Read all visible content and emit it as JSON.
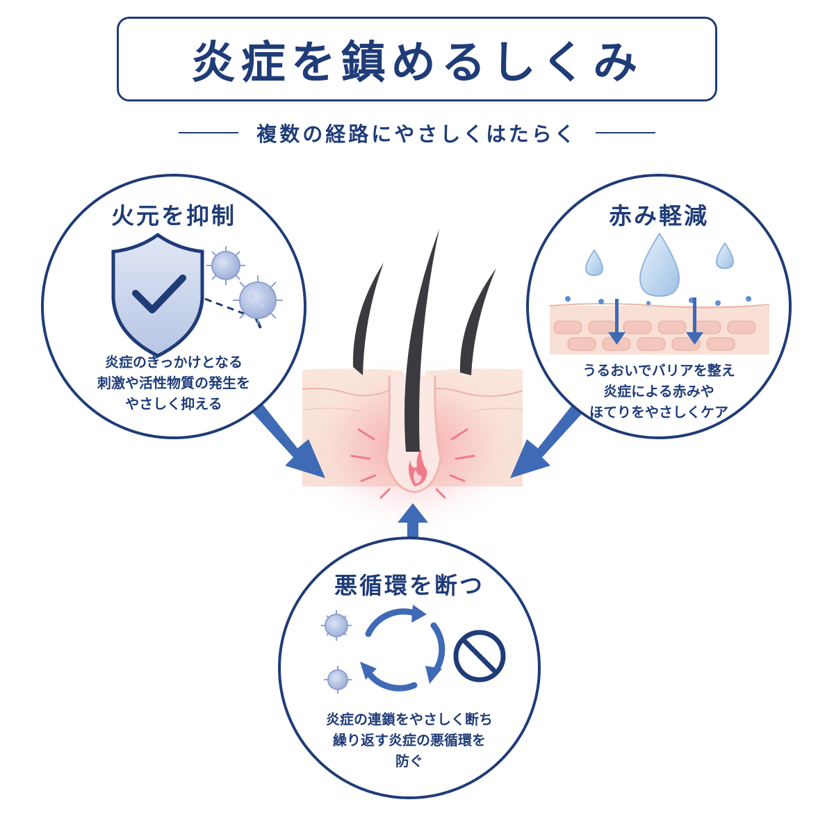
{
  "header": {
    "title": "炎症を鎮めるしくみ",
    "subtitle": "複数の経路にやさしくはたらく"
  },
  "panels": {
    "left": {
      "title": "火元を抑制",
      "lines": [
        "炎症のきっかけとなる",
        "刺激や活性物質の発生を",
        "やさしく抑える"
      ],
      "icons": [
        "shield-check-icon",
        "virus-icon"
      ]
    },
    "right": {
      "title": "赤み軽減",
      "lines": [
        "うるおいでバリアを整え",
        "炎症による赤みや",
        "ほてりをやさしくケア"
      ],
      "icons": [
        "water-drop-icon",
        "skin-layer-icon"
      ]
    },
    "bottom": {
      "title": "悪循環を断つ",
      "lines": [
        "炎症の連鎖をやさしく断ち",
        "繰り返す炎症の悪循環を",
        "防ぐ"
      ],
      "icons": [
        "cycle-arrows-icon",
        "prohibited-icon",
        "virus-icon"
      ]
    }
  },
  "colors": {
    "primary": "#1f3c78",
    "arrow": "#3f6ab5",
    "inflammation": "#f07a8a",
    "skin": "#f6d6cc",
    "icon_light": "#a7b7dc"
  }
}
